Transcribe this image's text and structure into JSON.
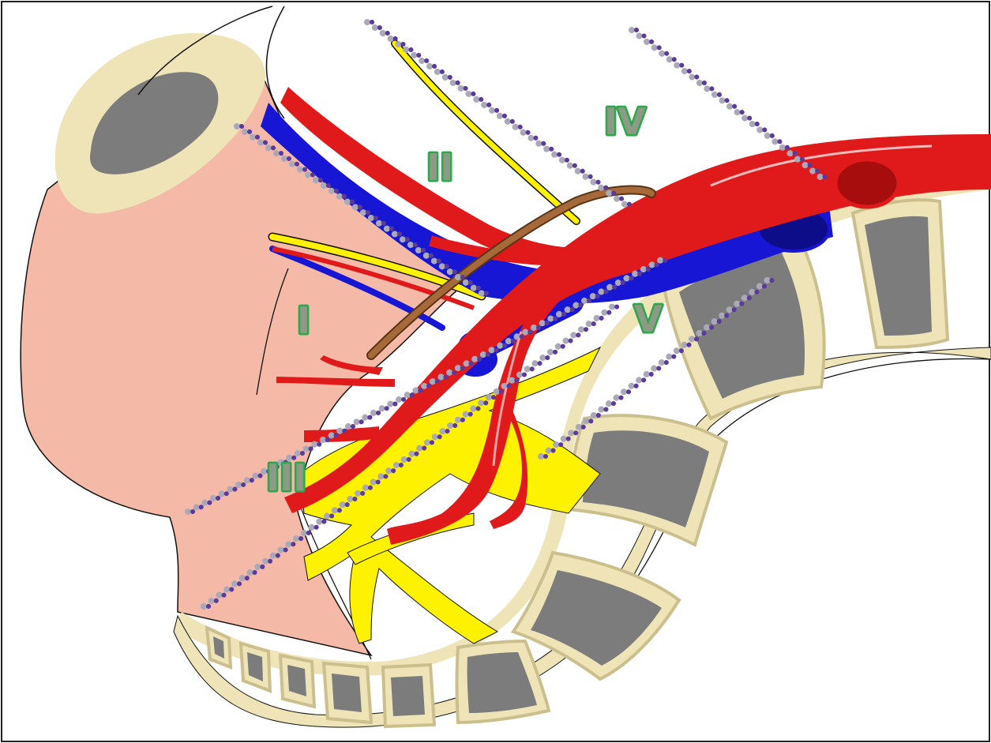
{
  "labels": {
    "zone_1": "I",
    "zone_2": "II",
    "zone_3": "III",
    "zone_4": "IV",
    "zone_5": "V"
  },
  "colors": {
    "skin": "#f5b9a8",
    "bone_outer": "#efe4b8",
    "bone_inner": "#7c7c7c",
    "artery": "#e01a1a",
    "vein": "#1616d4",
    "nerve": "#fff200",
    "duct": "#a66a3a",
    "zone_line_primary": "#5b3a9a",
    "zone_line_secondary": "#a9a9b9",
    "label_fill": "#8c9a86",
    "label_stroke": "#2aa84a"
  }
}
